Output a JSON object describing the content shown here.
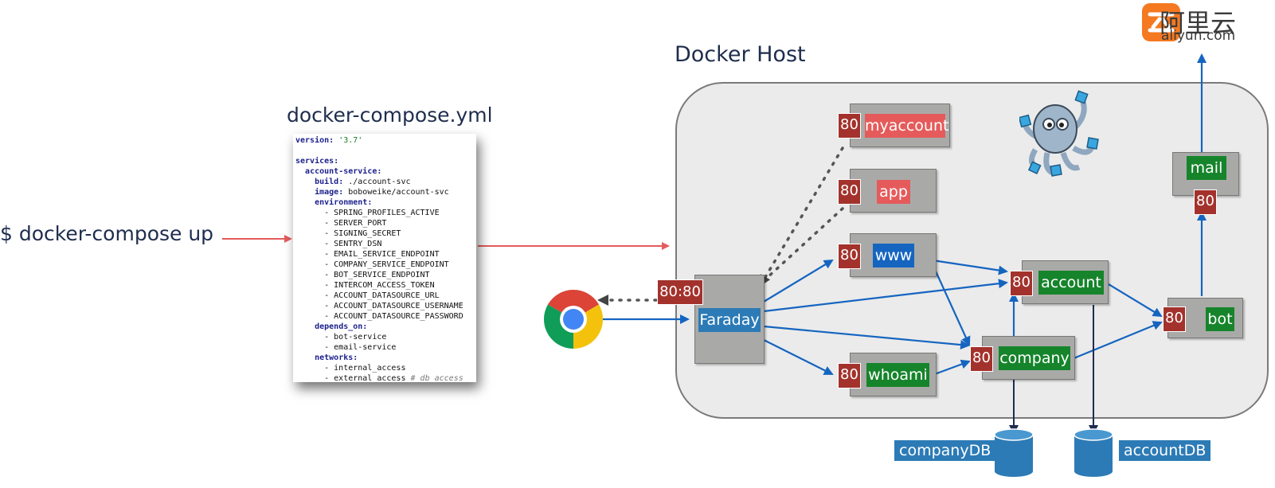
{
  "command": "$ docker-compose up",
  "compose": {
    "title": "docker-compose.yml",
    "version_key": "version:",
    "version_val": "'3.7'",
    "services_key": "services:",
    "service_name": "account-service:",
    "build_key": "build:",
    "build_val": "./account-svc",
    "image_key": "image:",
    "image_val": "boboweike/account-svc",
    "environment_key": "environment:",
    "env": [
      "- SPRING_PROFILES_ACTIVE",
      "- SERVER_PORT",
      "- SIGNING_SECRET",
      "- SENTRY_DSN",
      "- EMAIL_SERVICE_ENDPOINT",
      "- COMPANY_SERVICE_ENDPOINT",
      "- BOT_SERVICE_ENDPOINT",
      "- INTERCOM_ACCESS_TOKEN",
      "- ACCOUNT_DATASOURCE_URL",
      "- ACCOUNT_DATASOURCE_USERNAME",
      "- ACCOUNT_DATASOURCE_PASSWORD"
    ],
    "depends_key": "depends_on:",
    "depends": [
      "- bot-service",
      "- email-service"
    ],
    "networks_key": "networks:",
    "net1": "- internal_access",
    "net2": "- external_access",
    "net2_comment": "# db access"
  },
  "host": {
    "title": "Docker Host",
    "faraday_port": "80:80",
    "services": {
      "myaccount": {
        "port": "80",
        "label": "myaccount"
      },
      "app": {
        "port": "80",
        "label": "app"
      },
      "www": {
        "port": "80",
        "label": "www"
      },
      "faraday": {
        "label": "Faraday"
      },
      "whoami": {
        "port": "80",
        "label": "whoami"
      },
      "account": {
        "port": "80",
        "label": "account"
      },
      "company": {
        "port": "80",
        "label": "company"
      },
      "bot": {
        "port": "80",
        "label": "bot"
      },
      "mail": {
        "port": "80",
        "label": "mail"
      }
    }
  },
  "databases": {
    "company": "companyDB",
    "account": "accountDB"
  },
  "logo": {
    "text": "阿里云",
    "sub": "aliyun.com",
    "icon": "aliyun-logo-icon"
  },
  "icons": {
    "browser": "chrome-icon",
    "compose": "docker-compose-octopus-icon",
    "database": "database-icon"
  },
  "colors": {
    "arrow_red": "#e55b5b",
    "arrow_blue": "#1565c0",
    "port_red": "#a3322c",
    "label_green": "#16842b",
    "label_blue": "#1565c0",
    "label_red": "#e55b5b",
    "db_blue": "#2c7bb6"
  }
}
